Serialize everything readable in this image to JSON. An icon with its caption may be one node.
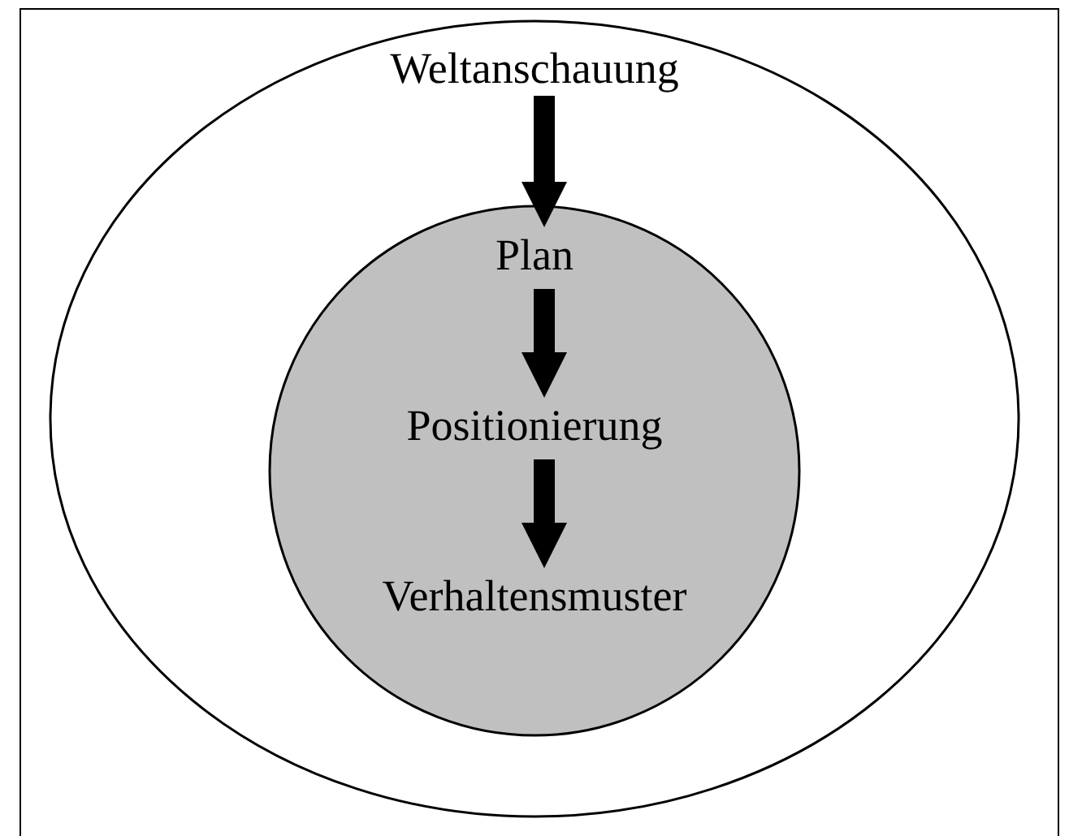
{
  "diagram": {
    "nodes": [
      {
        "text": [
          "Weltanschauung"
        ]
      },
      {
        "text": [],
        "shape": "circle",
        "in": 0
      },
      {
        "text": [
          "Plan"
        ],
        "in": 1
      },
      {
        "text": [
          "Positionierung"
        ],
        "in": 1
      },
      {
        "text": [
          "Verhaltensmuster"
        ],
        "in": 1
      }
    ],
    "edges": [
      {
        "from": 0,
        "to": 2,
        "arrow": "to"
      },
      {
        "from": 2,
        "to": 3,
        "arrow": "to"
      },
      {
        "from": 3,
        "to": 4,
        "arrow": "to"
      }
    ]
  }
}
